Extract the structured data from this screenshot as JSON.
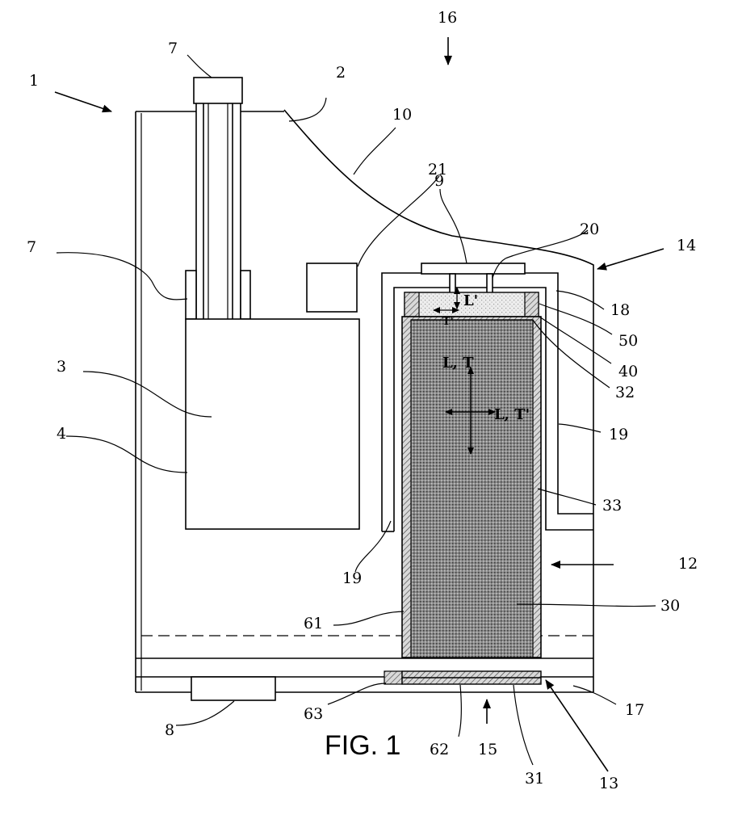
{
  "figure": {
    "caption": "FIG. 1",
    "labels": {
      "l1": "1",
      "l2": "2",
      "l3": "3",
      "l4": "4",
      "l7a": "7",
      "l7b": "7",
      "l8": "8",
      "l9": "9",
      "l10": "10",
      "l12": "12",
      "l13": "13",
      "l14": "14",
      "l15": "15",
      "l16": "16",
      "l17": "17",
      "l18": "18",
      "l19a": "19",
      "l19b": "19",
      "l20": "20",
      "l21": "21",
      "l30": "30",
      "l31": "31",
      "l32": "32",
      "l33": "33",
      "l40": "40",
      "l50": "50",
      "l61": "61",
      "l62": "62",
      "l63": "63"
    },
    "dimension_labels": {
      "lprime": "L'",
      "tprime": "T'",
      "lt": "L, T",
      "ltp": "L, T'"
    }
  }
}
